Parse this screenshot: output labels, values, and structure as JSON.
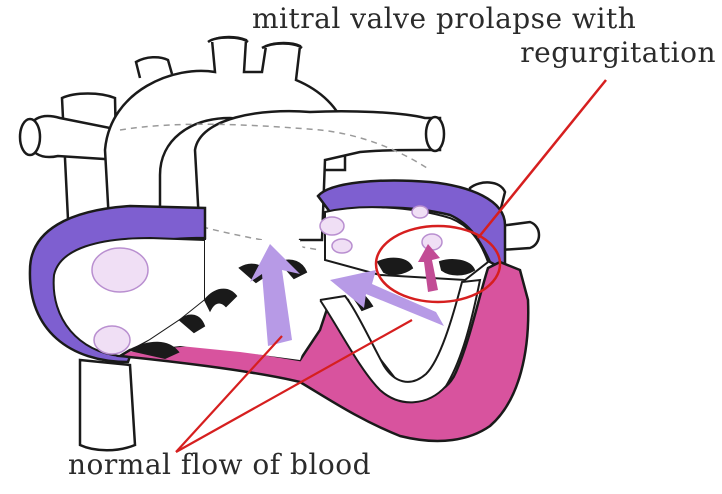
{
  "labels": {
    "mvp_line1": "mitral valve prolapse with",
    "mvp_line2": "regurgitation",
    "normal_flow": "normal flow of blood"
  },
  "colors": {
    "outline": "#1a1a1a",
    "purple_wall": "#7e5fd0",
    "pink_muscle": "#d8539e",
    "arrow_lavender": "#b79ae6",
    "arrow_pink": "#c24c95",
    "red_annotation": "#d61f1f",
    "blob_fill": "#f0dff5"
  }
}
